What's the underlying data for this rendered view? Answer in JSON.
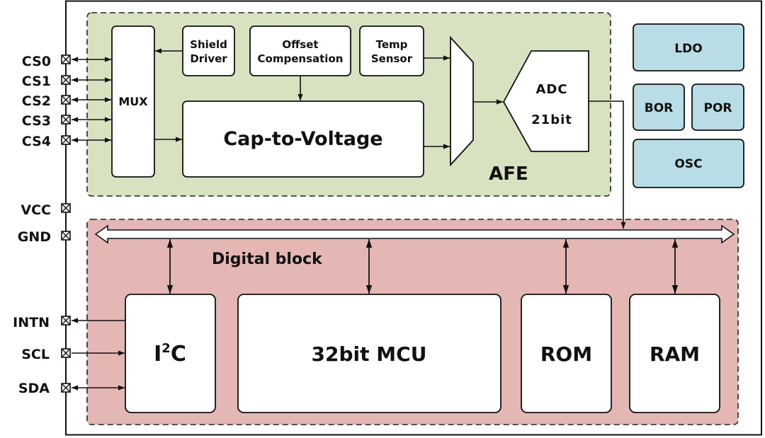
{
  "colors": {
    "afe_fill": "#d6e2c0",
    "digital_fill": "#e4b7b5",
    "power_fill": "#b9dde6",
    "block_fill": "#ffffff",
    "line": "#111111"
  },
  "pins": {
    "cs0": "CS0",
    "cs1": "CS1",
    "cs2": "CS2",
    "cs3": "CS3",
    "cs4": "CS4",
    "vcc": "VCC",
    "gnd": "GND",
    "intn": "INTN",
    "scl": "SCL",
    "sda": "SDA"
  },
  "afe": {
    "label": "AFE",
    "mux": "MUX",
    "shield_driver": [
      "Shield",
      "Driver"
    ],
    "offset_compensation": [
      "Offset",
      "Compensation"
    ],
    "temp_sensor": [
      "Temp",
      "Sensor"
    ],
    "cap_to_voltage": "Cap-to-Voltage",
    "adc": [
      "ADC",
      "21bit"
    ]
  },
  "power": {
    "ldo": "LDO",
    "bor": "BOR",
    "por": "POR",
    "osc": "OSC"
  },
  "digital": {
    "label": "Digital block",
    "i2c_base": "I",
    "i2c_sup": "2",
    "i2c_tail": "C",
    "mcu": "32bit MCU",
    "rom": "ROM",
    "ram": "RAM"
  }
}
